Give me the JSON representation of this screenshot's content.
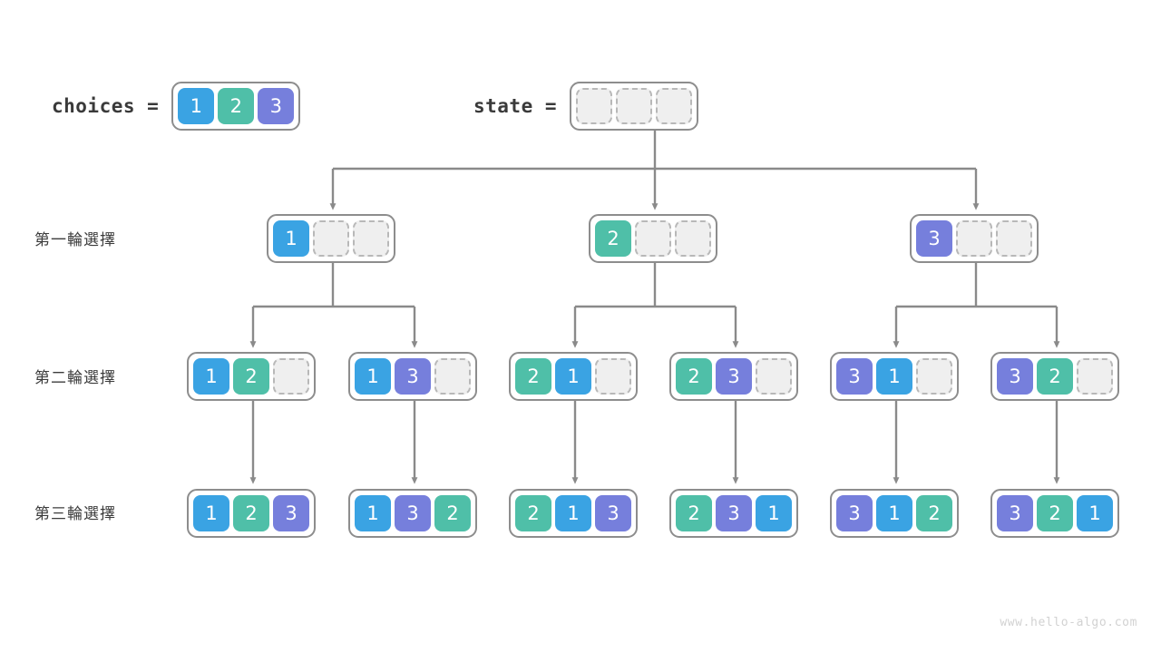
{
  "meta": {
    "watermark": "www.hello-algo.com",
    "colors": {
      "value_1": "#3aa3e3",
      "value_2": "#4fbfa8",
      "value_3": "#767fdc",
      "empty_fill": "#efefef",
      "empty_border": "#b8b8b8",
      "frame_border": "#8d8d8d",
      "edge": "#8a8a8a",
      "text": "#3c3c3c",
      "background": "#ffffff"
    }
  },
  "header": {
    "choices": {
      "label": "choices =",
      "cells": [
        "1",
        "2",
        "3"
      ]
    },
    "state": {
      "label": "state =",
      "cells": [
        "",
        "",
        ""
      ]
    }
  },
  "rows": [
    {
      "label": "第一輪選擇"
    },
    {
      "label": "第二輪選擇"
    },
    {
      "label": "第三輪選擇"
    }
  ],
  "tree": {
    "level1": [
      {
        "cells": [
          "1",
          "",
          ""
        ]
      },
      {
        "cells": [
          "2",
          "",
          ""
        ]
      },
      {
        "cells": [
          "3",
          "",
          ""
        ]
      }
    ],
    "level2": [
      {
        "cells": [
          "1",
          "2",
          ""
        ]
      },
      {
        "cells": [
          "1",
          "3",
          ""
        ]
      },
      {
        "cells": [
          "2",
          "1",
          ""
        ]
      },
      {
        "cells": [
          "2",
          "3",
          ""
        ]
      },
      {
        "cells": [
          "3",
          "1",
          ""
        ]
      },
      {
        "cells": [
          "3",
          "2",
          ""
        ]
      }
    ],
    "level3": [
      {
        "cells": [
          "1",
          "2",
          "3"
        ]
      },
      {
        "cells": [
          "1",
          "3",
          "2"
        ]
      },
      {
        "cells": [
          "2",
          "1",
          "3"
        ]
      },
      {
        "cells": [
          "2",
          "3",
          "1"
        ]
      },
      {
        "cells": [
          "3",
          "1",
          "2"
        ]
      },
      {
        "cells": [
          "3",
          "2",
          "1"
        ]
      }
    ]
  }
}
